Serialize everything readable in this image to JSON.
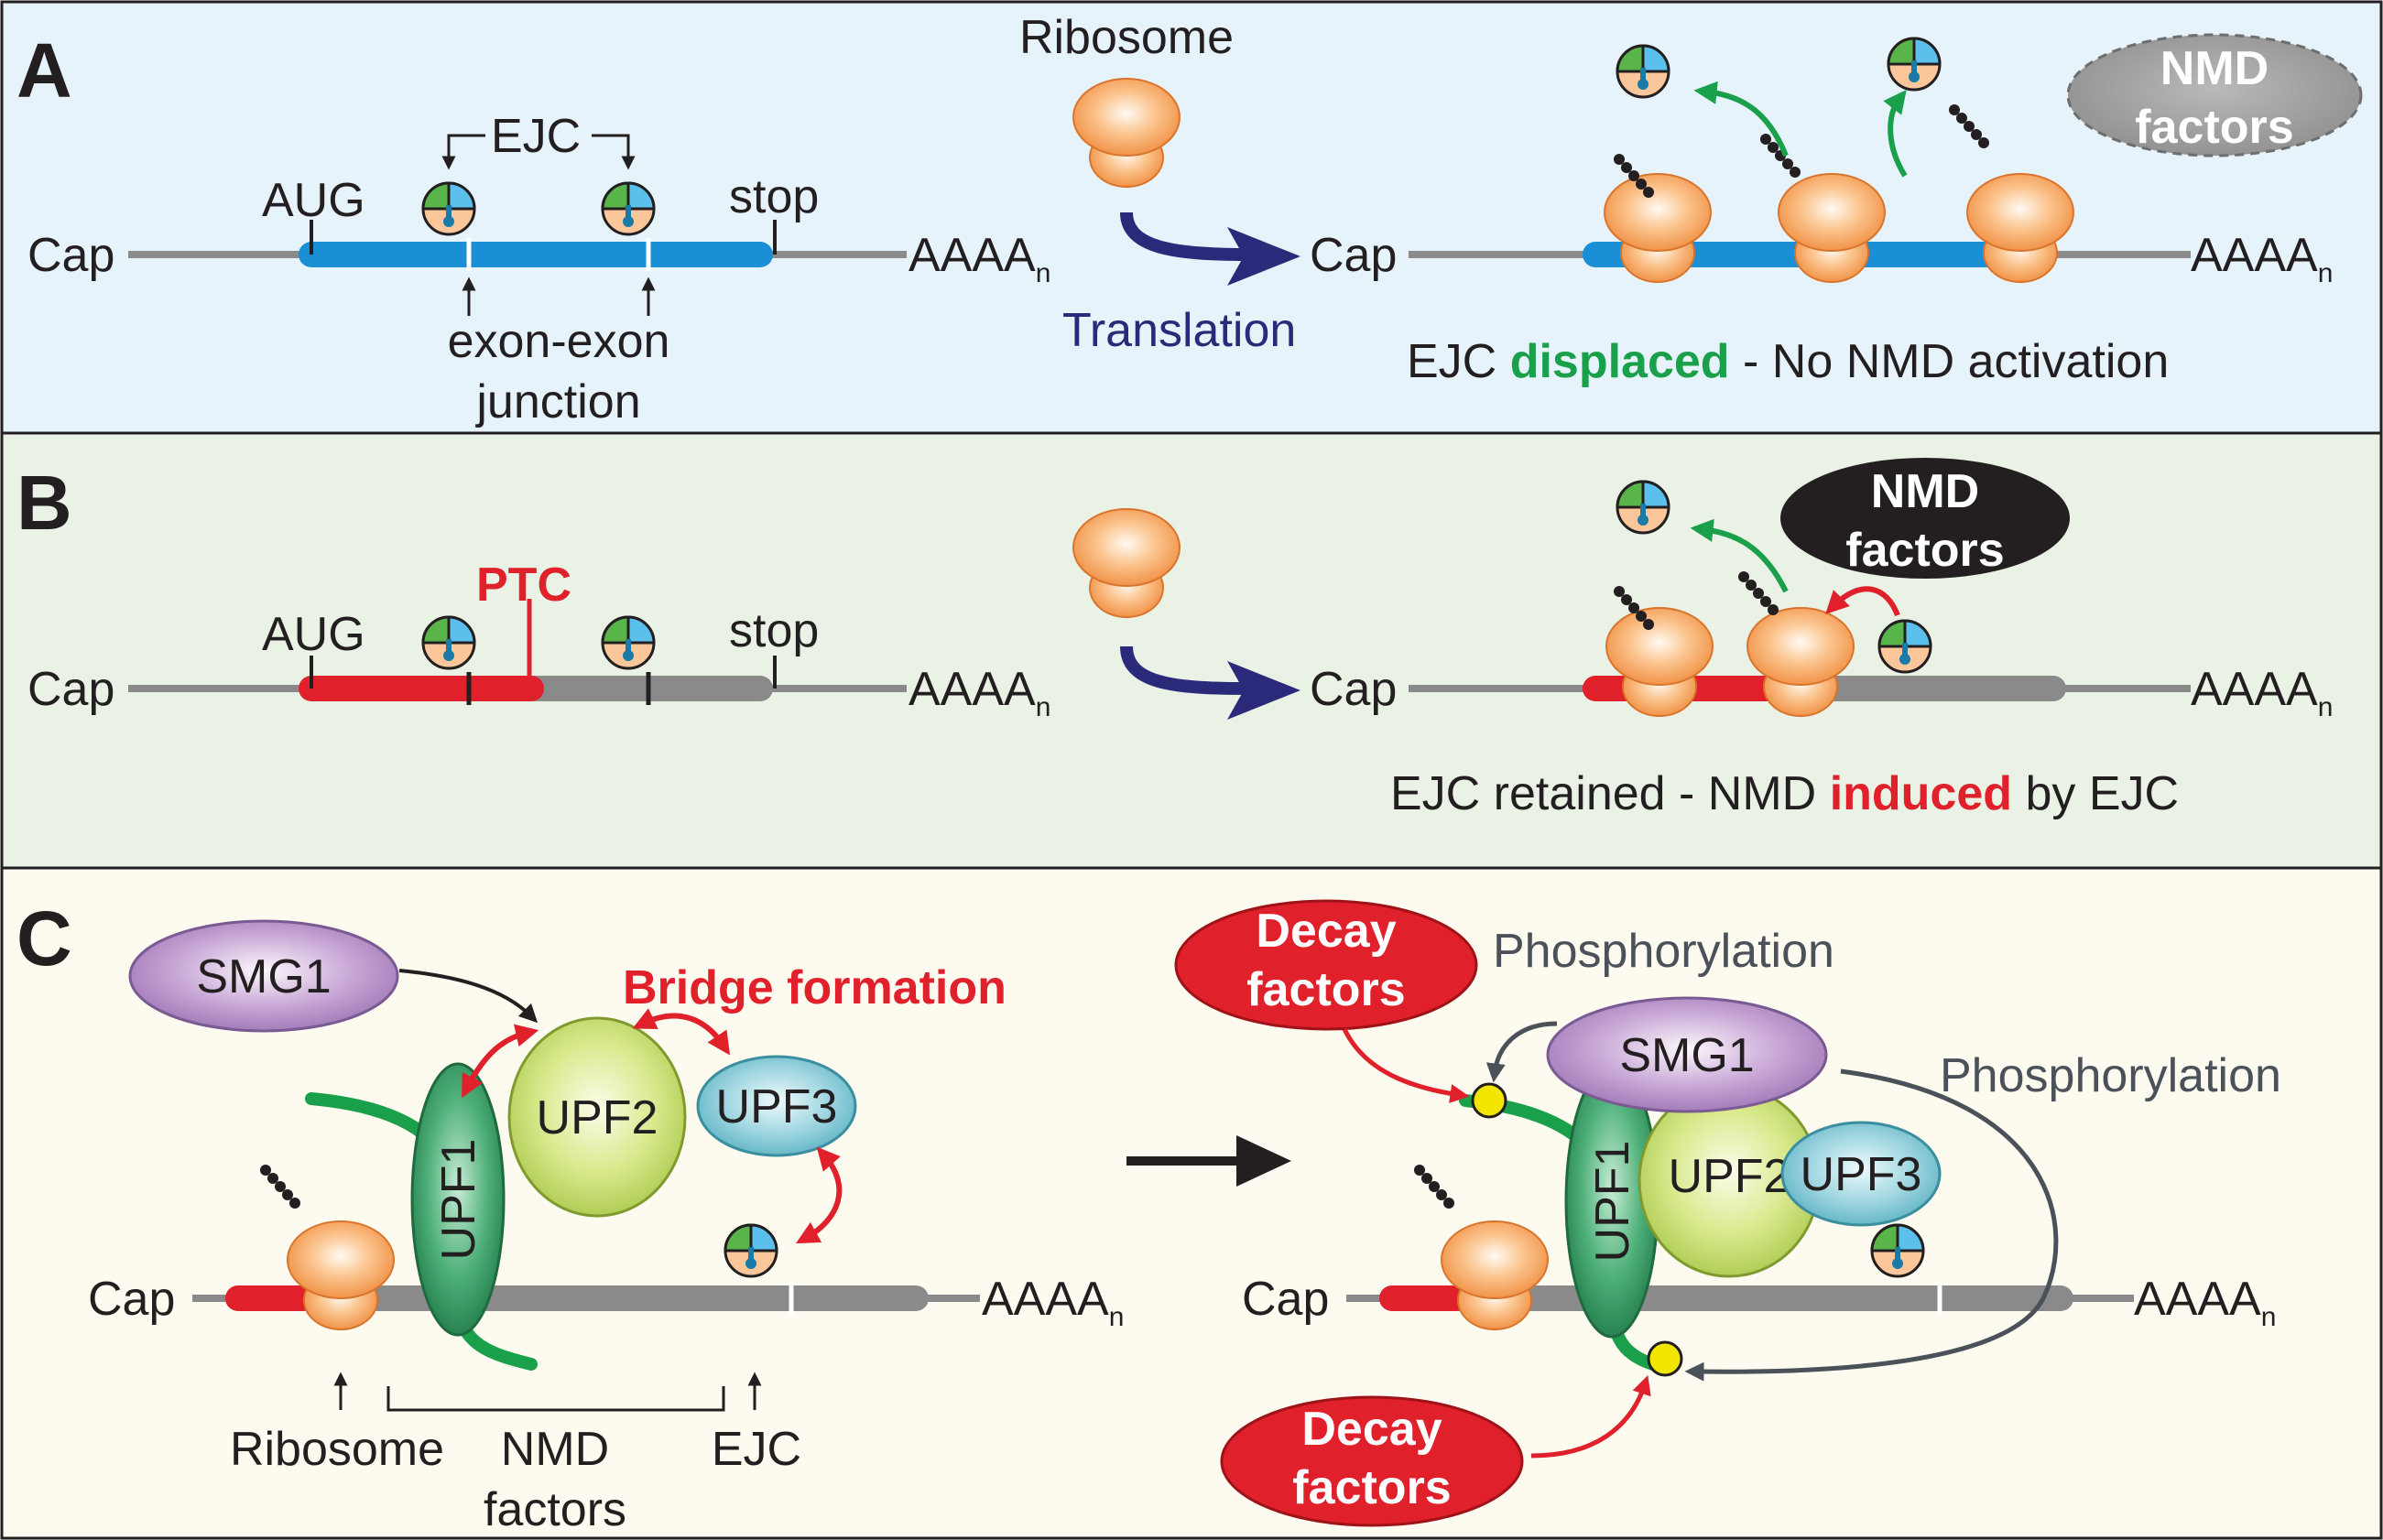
{
  "panel_a": {
    "letter": "A",
    "ribosome_label": "Ribosome",
    "ejc_label": "EJC",
    "aug": "AUG",
    "stop": "stop",
    "cap": "Cap",
    "polya": "AAAA",
    "polya_sub": "n",
    "junction_line1": "exon-exon",
    "junction_line2": "junction",
    "translation": "Translation",
    "nmd_factors_line1": "NMD",
    "nmd_factors_line2": "factors",
    "result_prefix": "EJC ",
    "result_highlight": "displaced",
    "result_suffix": " - No NMD activation"
  },
  "panel_b": {
    "letter": "B",
    "ptc": "PTC",
    "aug": "AUG",
    "stop": "stop",
    "cap": "Cap",
    "polya": "AAAA",
    "polya_sub": "n",
    "nmd_factors_line1": "NMD",
    "nmd_factors_line2": "factors",
    "result_prefix": "EJC retained - NMD ",
    "result_highlight": "induced",
    "result_suffix": " by EJC"
  },
  "panel_c": {
    "letter": "C",
    "smg1": "SMG1",
    "upf1": "UPF1",
    "upf2": "UPF2",
    "upf3": "UPF3",
    "bridge_formation": "Bridge formation",
    "cap": "Cap",
    "polya": "AAAA",
    "polya_sub": "n",
    "ribosome": "Ribosome",
    "nmd_line1": "NMD",
    "nmd_line2": "factors",
    "ejc": "EJC",
    "decay_line1": "Decay",
    "decay_line2": "factors",
    "phosphorylation": "Phosphorylation"
  },
  "colors": {
    "panel_a_bg": "#e7f3fb",
    "panel_b_bg": "#eaf2e6",
    "panel_c_bg": "#fdfbef",
    "orf_blue": "#1a8fd6",
    "orf_red": "#e0202a",
    "mrna_grey": "#8a8a8a",
    "translation_navy": "#2b2a7a",
    "green_arrow": "#1aa04a",
    "red_arrow": "#e0202a",
    "phospho_grey": "#4a5158"
  }
}
